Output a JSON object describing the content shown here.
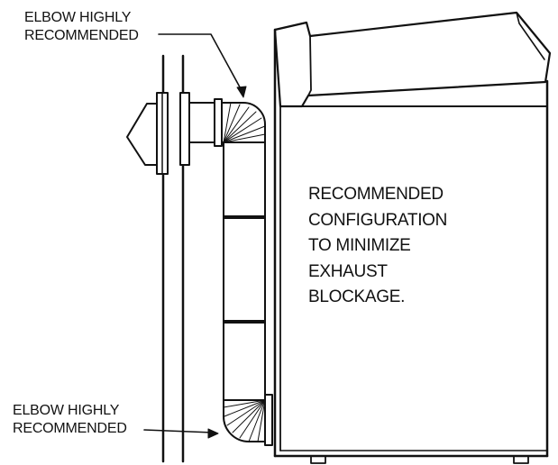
{
  "labels": {
    "elbow_top": {
      "line1": "ELBOW HIGHLY",
      "line2": "RECOMMENDED"
    },
    "elbow_bottom": {
      "line1": "ELBOW HIGHLY",
      "line2": "RECOMMENDED"
    },
    "configuration": {
      "lines": [
        "RECOMMENDED",
        "CONFIGURATION",
        "TO MINIMIZE",
        "EXHAUST",
        "BLOCKAGE."
      ]
    }
  },
  "colors": {
    "ink": "#111111",
    "background": "#ffffff"
  }
}
